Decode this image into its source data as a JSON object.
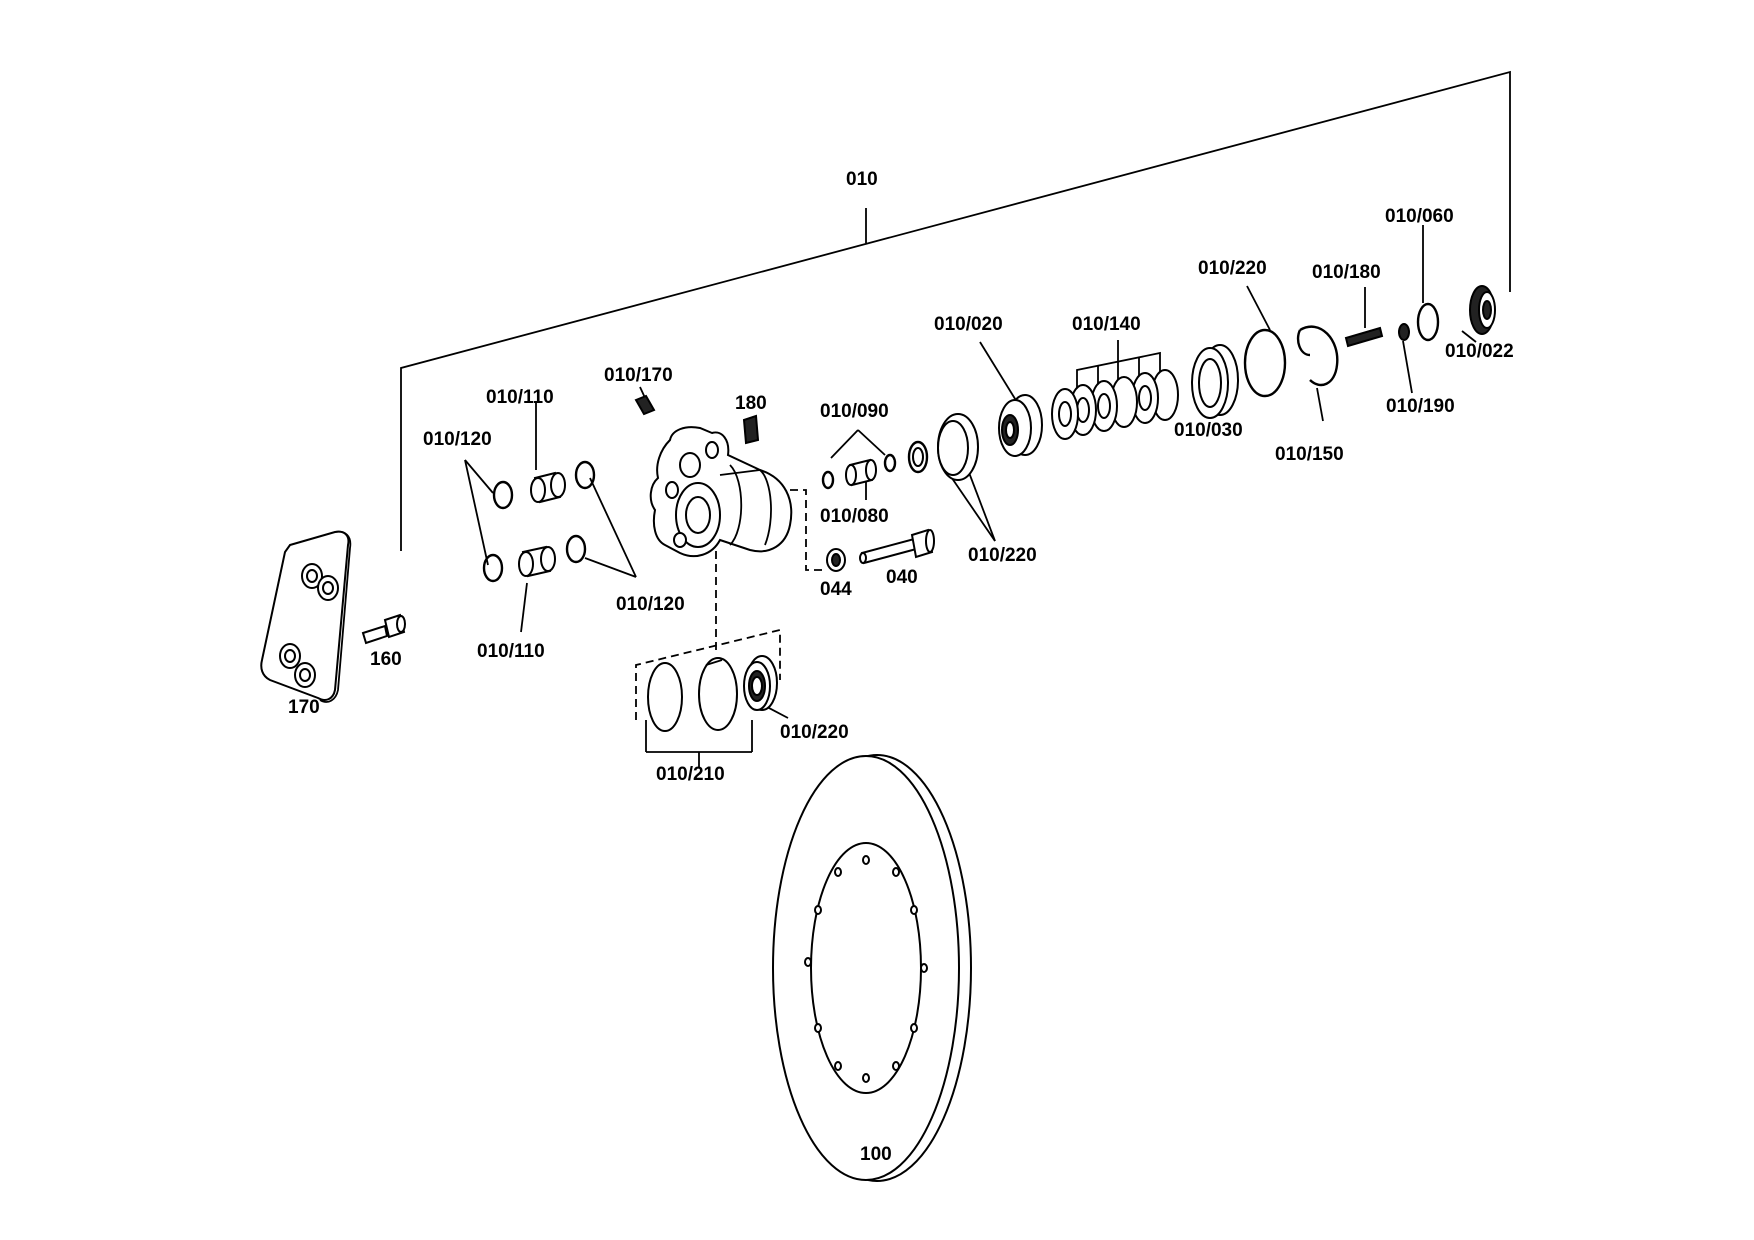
{
  "labels": {
    "l010": "010",
    "l010_060": "010/060",
    "l010_220_top": "010/220",
    "l010_180": "010/180",
    "l010_140": "010/140",
    "l010_020": "010/020",
    "l010_022": "010/022",
    "l010_170": "010/170",
    "l180": "180",
    "l010_110_top": "010/110",
    "l010_120_top": "010/120",
    "l010_090": "010/090",
    "l010_030": "010/030",
    "l010_190": "010/190",
    "l010_150": "010/150",
    "l010_080": "010/080",
    "l010_220_mid": "010/220",
    "l044": "044",
    "l040": "040",
    "l010_120_bot": "010/120",
    "l160": "160",
    "l010_110_bot": "010/110",
    "l170": "170",
    "l010_220_low": "010/220",
    "l010_210": "010/210",
    "l100": "100"
  }
}
